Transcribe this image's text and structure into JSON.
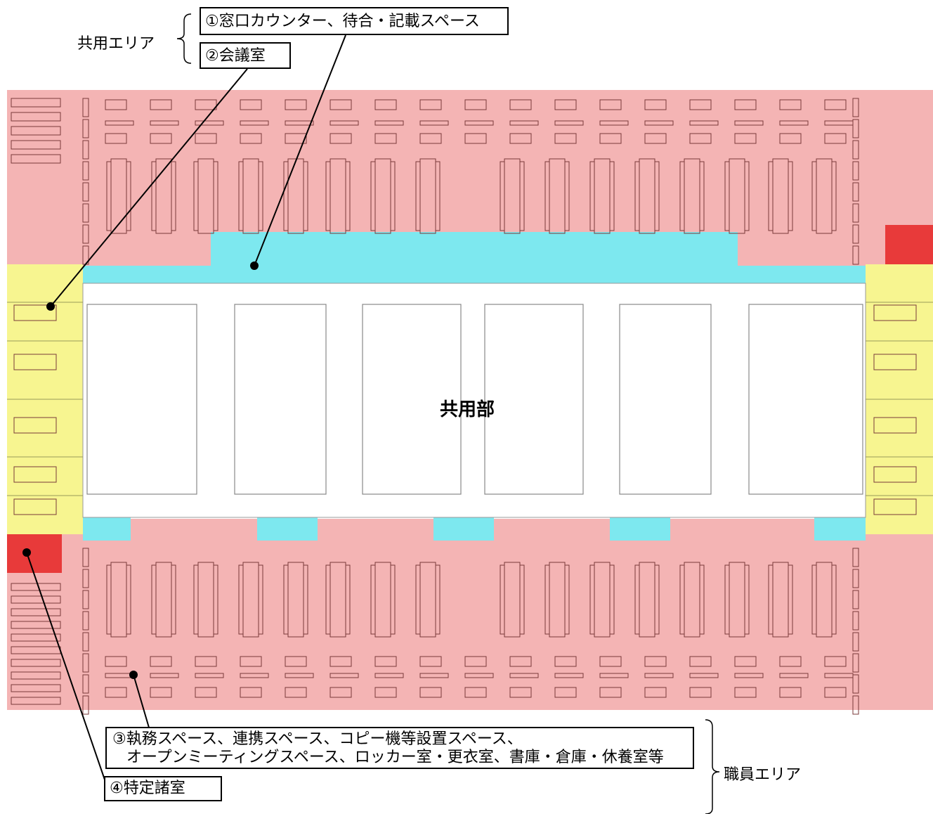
{
  "legend": {
    "shared_group": "共用エリア",
    "item1": "①窓口カウンター、待合・記載スペース",
    "item2": "②会議室",
    "item3_line1": "③執務スペース、連携スペース、コピー機等設置スペース、",
    "item3_line2": "オープンミーティングスペース、ロッカー室・更衣室、書庫・倉庫・休養室等",
    "item4": "④特定諸室",
    "staff_group": "職員エリア"
  },
  "plan": {
    "center_label": "共用部"
  },
  "colors": {
    "staff_area": "#f4b4b4",
    "counter_area": "#7de8ef",
    "meeting_rooms": "#f7f590",
    "special_rooms": "#e83a3a",
    "common_area": "#ffffff"
  }
}
